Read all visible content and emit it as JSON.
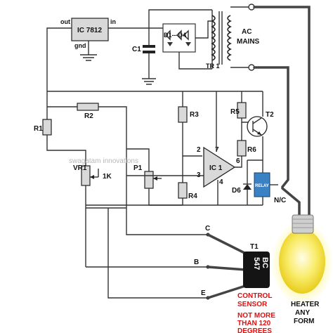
{
  "watermark": "swagatam innovations",
  "labels": {
    "out": "out",
    "ic7812": "IC 7812",
    "in": "in",
    "gnd": "gnd",
    "c1": "C1",
    "d1d4": "D1---D4",
    "ac_mains_1": "AC",
    "ac_mains_2": "MAINS",
    "tr1": "TR 1",
    "r1": "R1",
    "r2": "R2",
    "r3": "R3",
    "r4": "R4",
    "r5": "R5",
    "r6": "R6",
    "t2": "T2",
    "p1": "P1",
    "vr1": "VR1",
    "vr1_value": "1K",
    "ic1": "IC 1",
    "pin2": "2",
    "pin3": "3",
    "pin4": "4",
    "pin6": "6",
    "pin7": "7",
    "d6": "D6",
    "relay": "RELAY",
    "nc": "N/C",
    "c": "C",
    "b": "B",
    "e": "E",
    "t1": "T1",
    "bc547_1": "BC",
    "bc547_2": "547",
    "control_sensor_1": "CONTROL",
    "control_sensor_2": "SENSOR",
    "note_1": "NOT MORE",
    "note_2": "THAN 120",
    "note_3": "DEGREES",
    "heater_1": "HEATER",
    "heater_2": "ANY",
    "heater_3": "FORM"
  },
  "colors": {
    "wire": "#333333",
    "component_fill": "#d9d9d9",
    "relay_fill": "#3b82c4",
    "warning_text": "#e01010",
    "bulb_glow": "#fff7a0",
    "bulb_core": "#f7e23a"
  }
}
